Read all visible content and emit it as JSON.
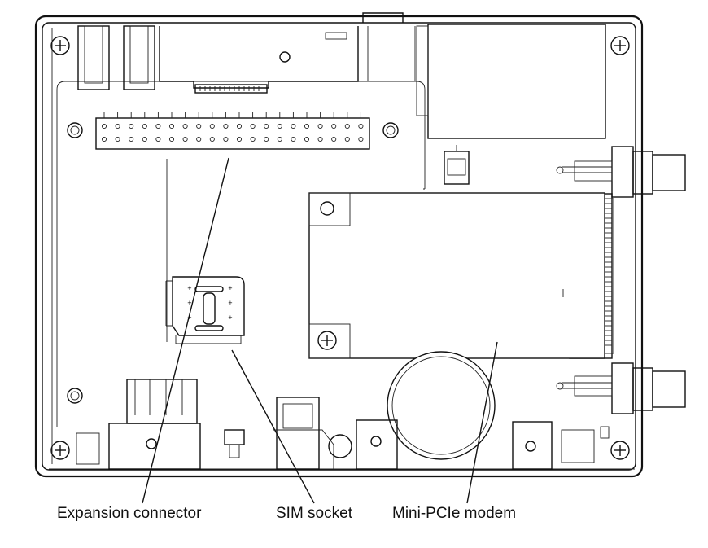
{
  "callouts": {
    "expansion_connector": "Expansion connector",
    "sim_socket": "SIM socket",
    "mini_pcie_modem": "Mini-PCIe modem"
  },
  "colors": {
    "line": "#111111",
    "background": "#ffffff"
  }
}
